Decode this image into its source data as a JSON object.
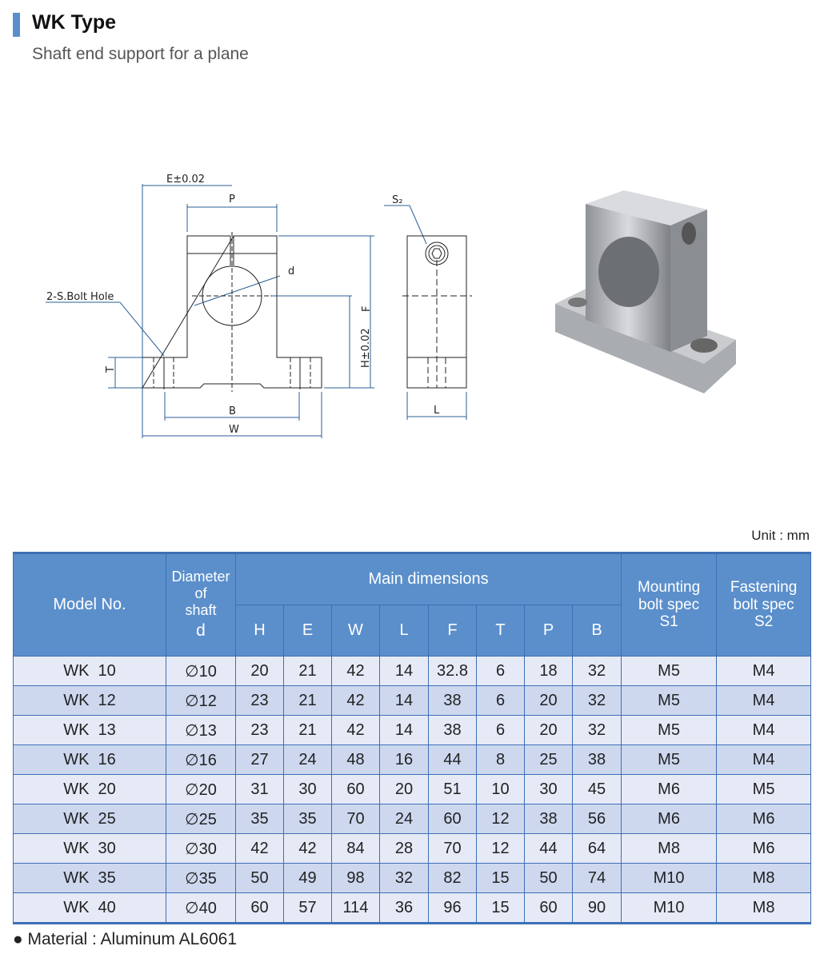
{
  "header": {
    "title": "WK Type",
    "subtitle": "Shaft end support for a plane"
  },
  "drawing": {
    "labels": {
      "E": "E±0.02",
      "P": "P",
      "d": "d",
      "bolt_hole": "2-S.Bolt Hole",
      "T": "T",
      "H": "H±0.02",
      "F": "F",
      "B": "B",
      "W": "W",
      "S2": "S₂",
      "L": "L"
    }
  },
  "table": {
    "unit": "Unit : mm",
    "headers": {
      "model": "Model No.",
      "diameter": [
        "Diameter",
        "of",
        "shaft",
        "d"
      ],
      "main": "Main dimensions",
      "dims": [
        "H",
        "E",
        "W",
        "L",
        "F",
        "T",
        "P",
        "B"
      ],
      "mounting": [
        "Mounting",
        "bolt spec",
        "S1"
      ],
      "fastening": [
        "Fastening",
        "bolt spec",
        "S2"
      ]
    },
    "rows": [
      [
        "WK  10",
        "∅10",
        "20",
        "21",
        "42",
        "14",
        "32.8",
        "6",
        "18",
        "32",
        "M5",
        "M4"
      ],
      [
        "WK  12",
        "∅12",
        "23",
        "21",
        "42",
        "14",
        "38",
        "6",
        "20",
        "32",
        "M5",
        "M4"
      ],
      [
        "WK  13",
        "∅13",
        "23",
        "21",
        "42",
        "14",
        "38",
        "6",
        "20",
        "32",
        "M5",
        "M4"
      ],
      [
        "WK  16",
        "∅16",
        "27",
        "24",
        "48",
        "16",
        "44",
        "8",
        "25",
        "38",
        "M5",
        "M4"
      ],
      [
        "WK  20",
        "∅20",
        "31",
        "30",
        "60",
        "20",
        "51",
        "10",
        "30",
        "45",
        "M6",
        "M5"
      ],
      [
        "WK  25",
        "∅25",
        "35",
        "35",
        "70",
        "24",
        "60",
        "12",
        "38",
        "56",
        "M6",
        "M6"
      ],
      [
        "WK  30",
        "∅30",
        "42",
        "42",
        "84",
        "28",
        "70",
        "12",
        "44",
        "64",
        "M8",
        "M6"
      ],
      [
        "WK  35",
        "∅35",
        "50",
        "49",
        "98",
        "32",
        "82",
        "15",
        "50",
        "74",
        "M10",
        "M8"
      ],
      [
        "WK  40",
        "∅40",
        "60",
        "57",
        "114",
        "36",
        "96",
        "15",
        "60",
        "90",
        "M10",
        "M8"
      ]
    ]
  },
  "footer": {
    "material": "● Material : Aluminum AL6061"
  }
}
